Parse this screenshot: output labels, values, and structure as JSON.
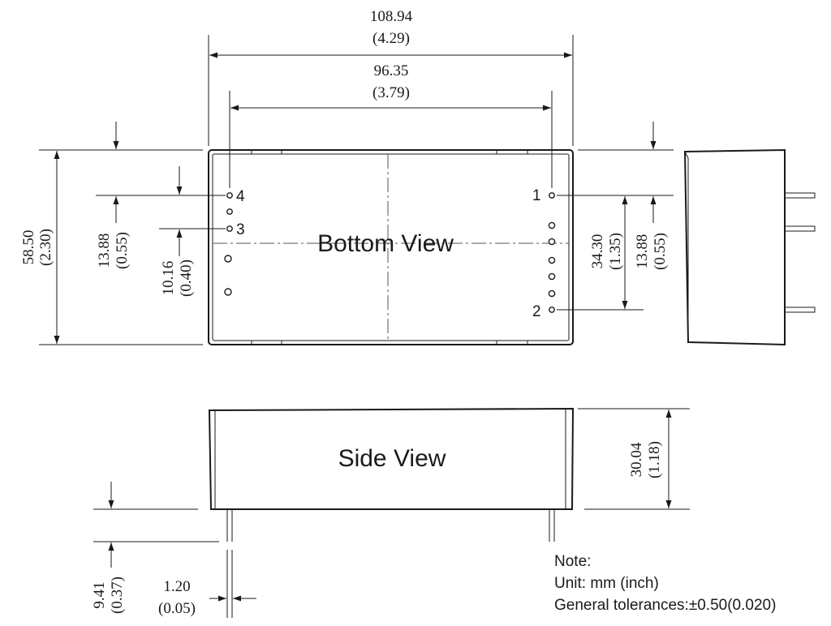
{
  "views": {
    "bottom": "Bottom View",
    "side": "Side View"
  },
  "dimensions": {
    "overall_length": {
      "mm": "108.94",
      "inch": "(4.29)"
    },
    "pin_span": {
      "mm": "96.35",
      "inch": "(3.79)"
    },
    "overall_width": {
      "mm": "58.50",
      "inch": "(2.30)"
    },
    "left_top_offset": {
      "mm": "13.88",
      "inch": "(0.55)"
    },
    "pin_3_4_pitch": {
      "mm": "10.16",
      "inch": "(0.40)"
    },
    "pin_1_2_pitch": {
      "mm": "34.30",
      "inch": "(1.35)"
    },
    "right_top_offset": {
      "mm": "13.88",
      "inch": "(0.55)"
    },
    "height": {
      "mm": "30.04",
      "inch": "(1.18)"
    },
    "pin_length": {
      "mm": "9.41",
      "inch": "(0.37)"
    },
    "pin_diameter": {
      "mm": "1.20",
      "inch": "(0.05)"
    }
  },
  "pins": {
    "p1": "1",
    "p2": "2",
    "p3": "3",
    "p4": "4"
  },
  "note": {
    "title": "Note:",
    "unit": "Unit: mm (inch)",
    "tolerance": "General tolerances:±0.50(0.020)"
  },
  "colors": {
    "line": "#1a1a1a",
    "background": "#ffffff"
  }
}
